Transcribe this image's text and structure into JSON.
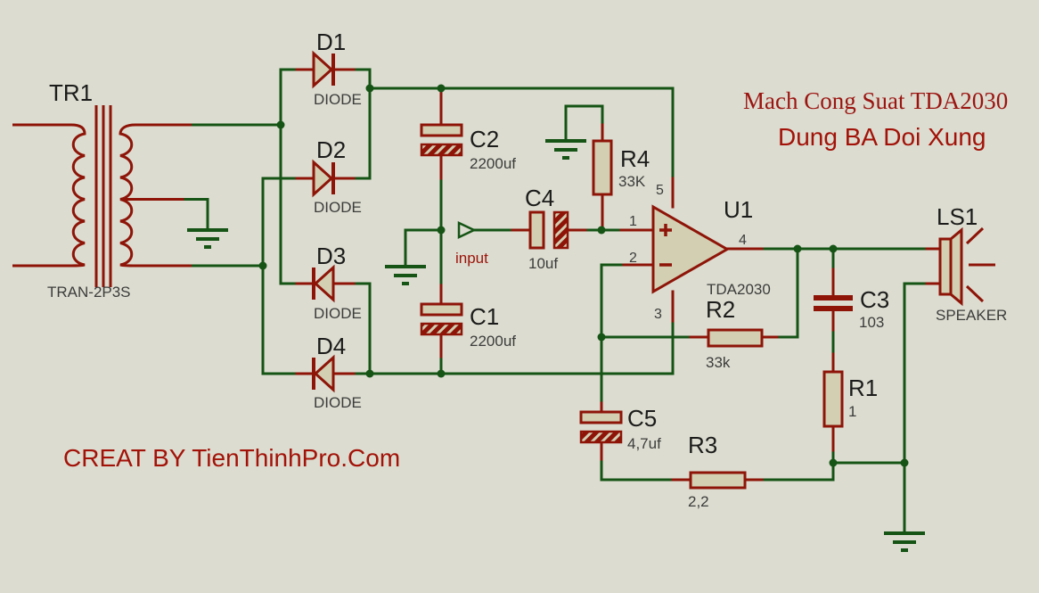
{
  "colors": {
    "background": "#dcdcd0",
    "wire_green": "#155415",
    "part_red": "#8e1408",
    "part_fill": "#d2cfb2",
    "label_black": "#1b1b1b",
    "value_gray": "#3c3c3c",
    "accent_red": "#a31208",
    "title_red": "#9b1410"
  },
  "title": {
    "line1": "Mach Cong Suat TDA2030",
    "line2": "Dung BA Doi Xung"
  },
  "credit": "CREAT BY TienThinhPro.Com",
  "input_label": "input",
  "components": {
    "tr1": {
      "ref": "TR1",
      "value": "TRAN-2P3S"
    },
    "d1": {
      "ref": "D1",
      "value": "DIODE"
    },
    "d2": {
      "ref": "D2",
      "value": "DIODE"
    },
    "d3": {
      "ref": "D3",
      "value": "DIODE"
    },
    "d4": {
      "ref": "D4",
      "value": "DIODE"
    },
    "c1": {
      "ref": "C1",
      "value": "2200uf"
    },
    "c2": {
      "ref": "C2",
      "value": "2200uf"
    },
    "c3": {
      "ref": "C3",
      "value": "103"
    },
    "c4": {
      "ref": "C4",
      "value": "10uf"
    },
    "c5": {
      "ref": "C5",
      "value": "4,7uf"
    },
    "r1": {
      "ref": "R1",
      "value": "1"
    },
    "r2": {
      "ref": "R2",
      "value": "33k"
    },
    "r3": {
      "ref": "R3",
      "value": "2,2"
    },
    "r4": {
      "ref": "R4",
      "value": "33K"
    },
    "u1": {
      "ref": "U1",
      "value": "TDA2030",
      "pin1": "1",
      "pin2": "2",
      "pin3": "3",
      "pin4": "4",
      "pin5": "5"
    },
    "ls1": {
      "ref": "LS1",
      "value": "SPEAKER"
    }
  }
}
